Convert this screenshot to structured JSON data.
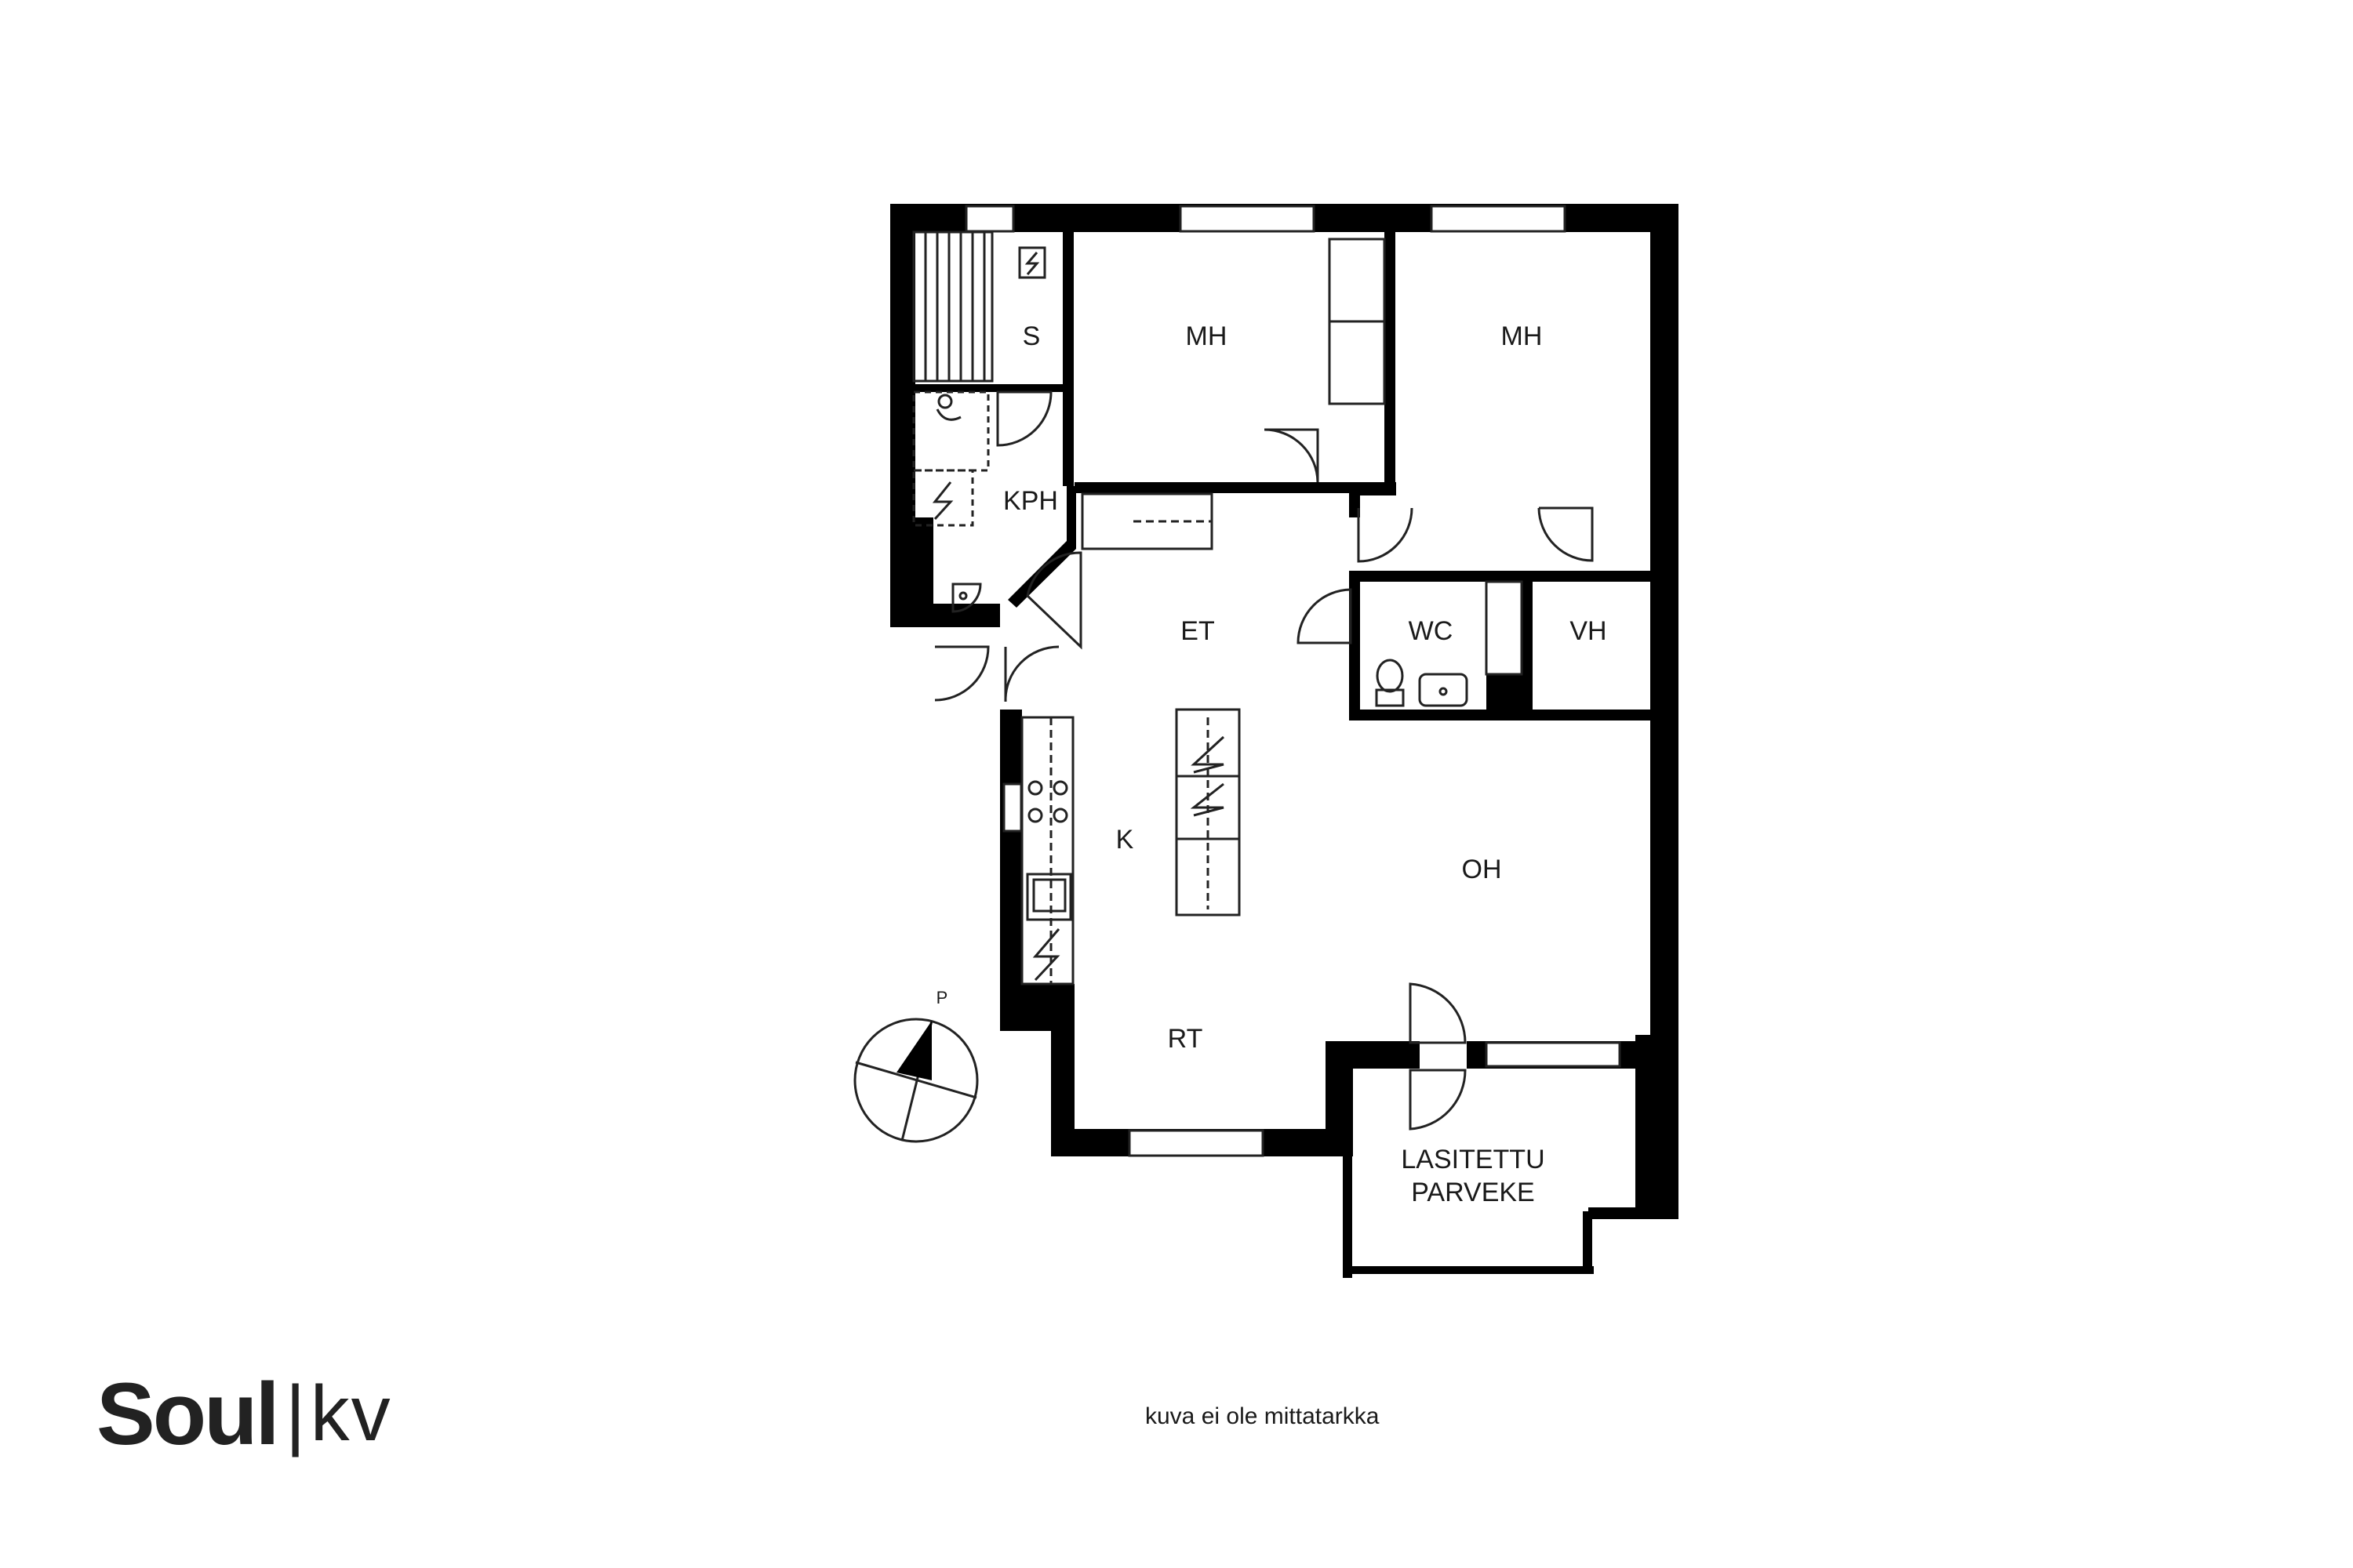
{
  "rooms": {
    "s": "S",
    "mh1": "MH",
    "mh2": "MH",
    "kph": "KPH",
    "et": "ET",
    "wc": "WC",
    "vh": "VH",
    "k": "K",
    "oh": "OH",
    "rt": "RT",
    "balcony_line1": "LASITETTU",
    "balcony_line2": "PARVEKE"
  },
  "compass": {
    "north_label": "P"
  },
  "logo": {
    "main": "Soul",
    "separator": "|",
    "sub": "kv"
  },
  "note": "kuva ei ole mittatarkka",
  "colors": {
    "wall": "#000000",
    "line": "#222222",
    "background": "#ffffff"
  }
}
